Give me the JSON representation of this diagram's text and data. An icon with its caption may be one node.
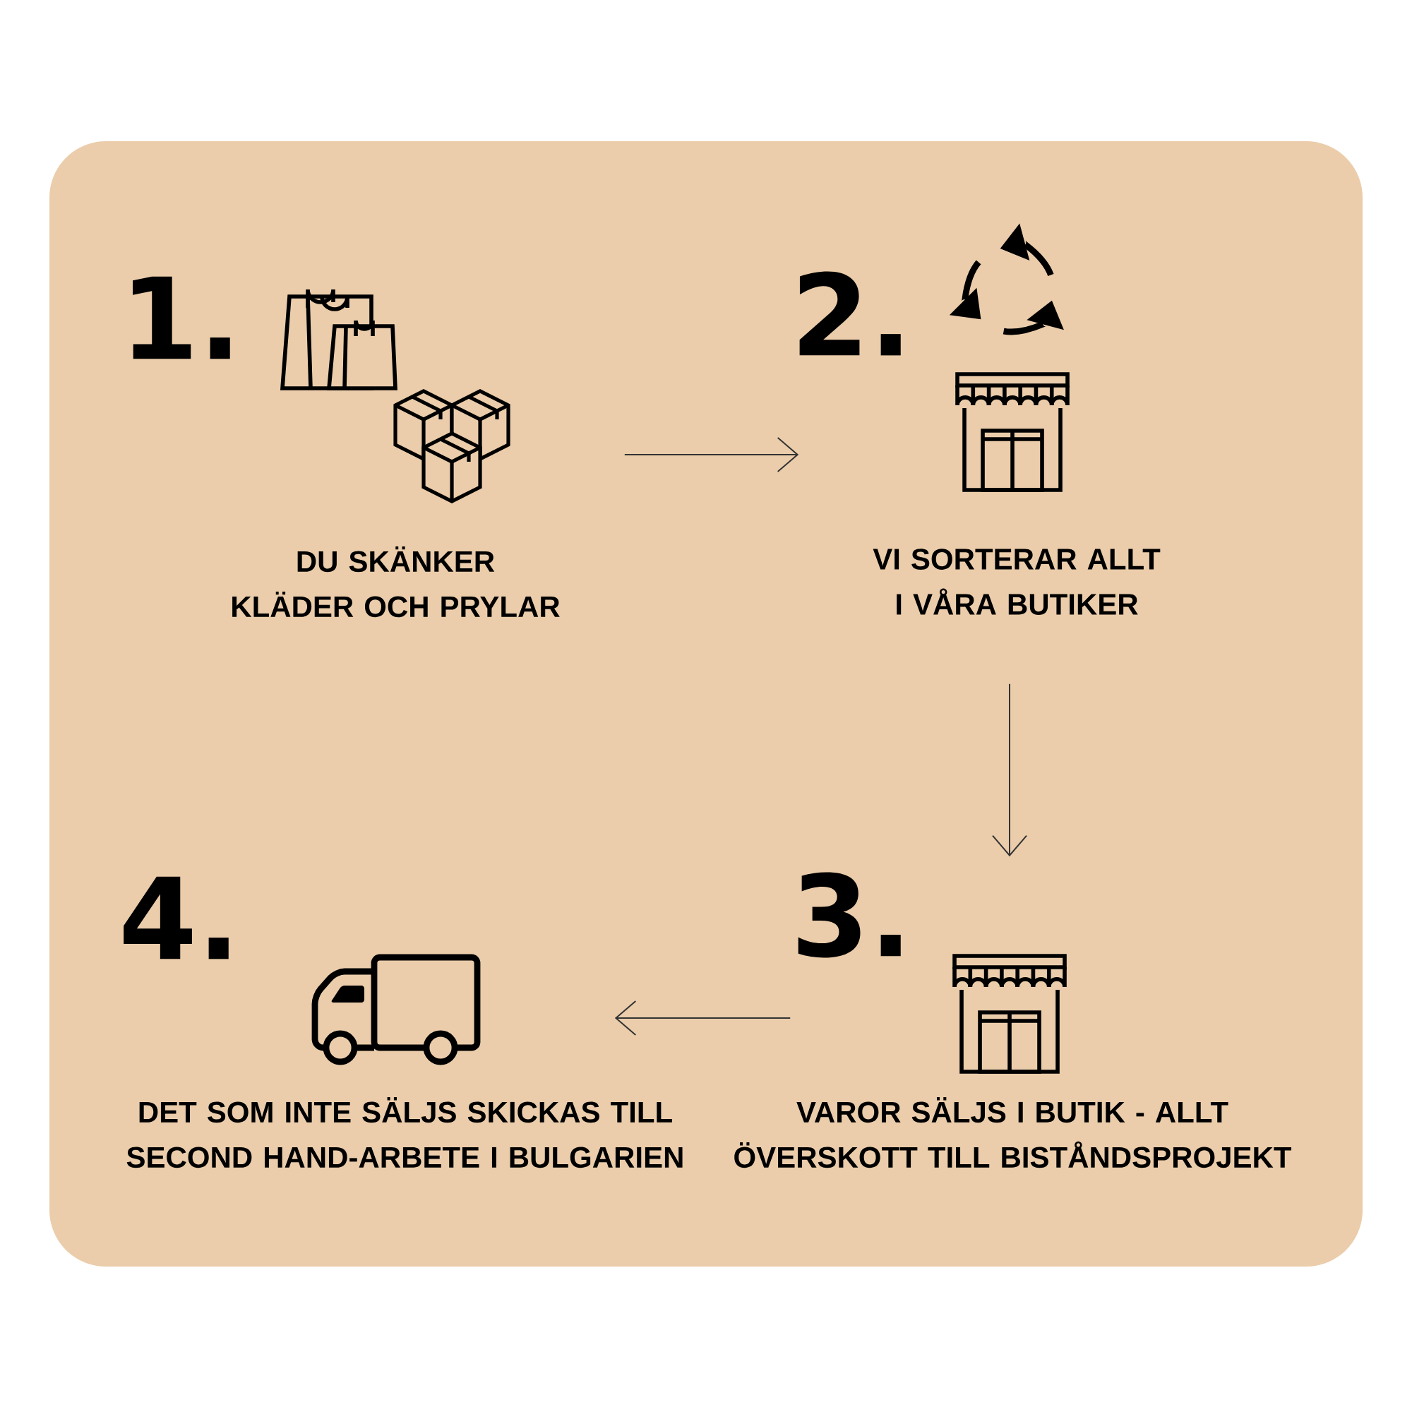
{
  "diagram": {
    "nodes": [
      {
        "text": [
          "1.",
          "DU SKÄNKER KLÄDER OCH PRYLAR"
        ]
      },
      {
        "text": [
          "2.",
          "VI SORTERAR ALLT I VÅRA BUTIKER"
        ]
      },
      {
        "text": [
          "3.",
          "VAROR SÄLJS I BUTIK - ALLT ÖVERSKOTT TILL BISTÅNDSPROJEKT"
        ]
      },
      {
        "text": [
          "4.",
          "DET SOM INTE SÄLJS SKICKAS TILL SECOND HAND-ARBETE I BULGARIEN"
        ]
      }
    ],
    "edges": [
      {
        "from": 0,
        "to": 1,
        "arrow": "to"
      },
      {
        "from": 1,
        "to": 2,
        "arrow": "to"
      },
      {
        "from": 2,
        "to": 3,
        "arrow": "to"
      }
    ]
  }
}
